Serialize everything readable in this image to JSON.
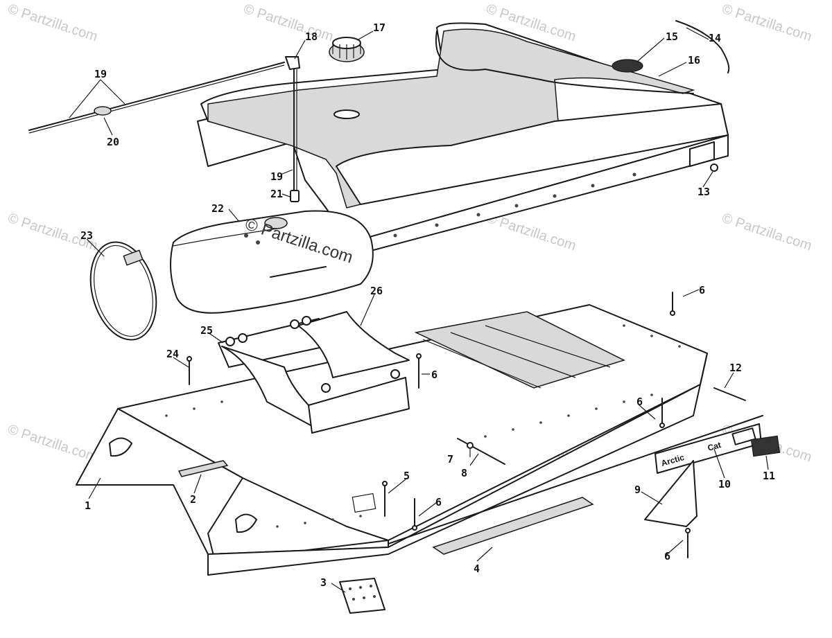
{
  "watermark": {
    "brand": "© Partzilla.com",
    "center": "© Partzilla.com"
  },
  "decal": {
    "text_left": "Arctic",
    "text_right": "Cat"
  },
  "callouts": [
    {
      "id": "c1",
      "label": "1"
    },
    {
      "id": "c2",
      "label": "2"
    },
    {
      "id": "c3",
      "label": "3"
    },
    {
      "id": "c4",
      "label": "4"
    },
    {
      "id": "c5",
      "label": "5"
    },
    {
      "id": "c6a",
      "label": "6"
    },
    {
      "id": "c6b",
      "label": "6"
    },
    {
      "id": "c6c",
      "label": "6"
    },
    {
      "id": "c6d",
      "label": "6"
    },
    {
      "id": "c6e",
      "label": "6"
    },
    {
      "id": "c7",
      "label": "7"
    },
    {
      "id": "c8",
      "label": "8"
    },
    {
      "id": "c9",
      "label": "9"
    },
    {
      "id": "c10",
      "label": "10"
    },
    {
      "id": "c11",
      "label": "11"
    },
    {
      "id": "c12",
      "label": "12"
    },
    {
      "id": "c13",
      "label": "13"
    },
    {
      "id": "c14",
      "label": "14"
    },
    {
      "id": "c15",
      "label": "15"
    },
    {
      "id": "c16",
      "label": "16"
    },
    {
      "id": "c17",
      "label": "17"
    },
    {
      "id": "c18",
      "label": "18"
    },
    {
      "id": "c19a",
      "label": "19"
    },
    {
      "id": "c19b",
      "label": "19"
    },
    {
      "id": "c20",
      "label": "20"
    },
    {
      "id": "c21",
      "label": "21"
    },
    {
      "id": "c22",
      "label": "22"
    },
    {
      "id": "c23",
      "label": "23"
    },
    {
      "id": "c24",
      "label": "24"
    },
    {
      "id": "c25",
      "label": "25"
    },
    {
      "id": "c26",
      "label": "26"
    }
  ]
}
